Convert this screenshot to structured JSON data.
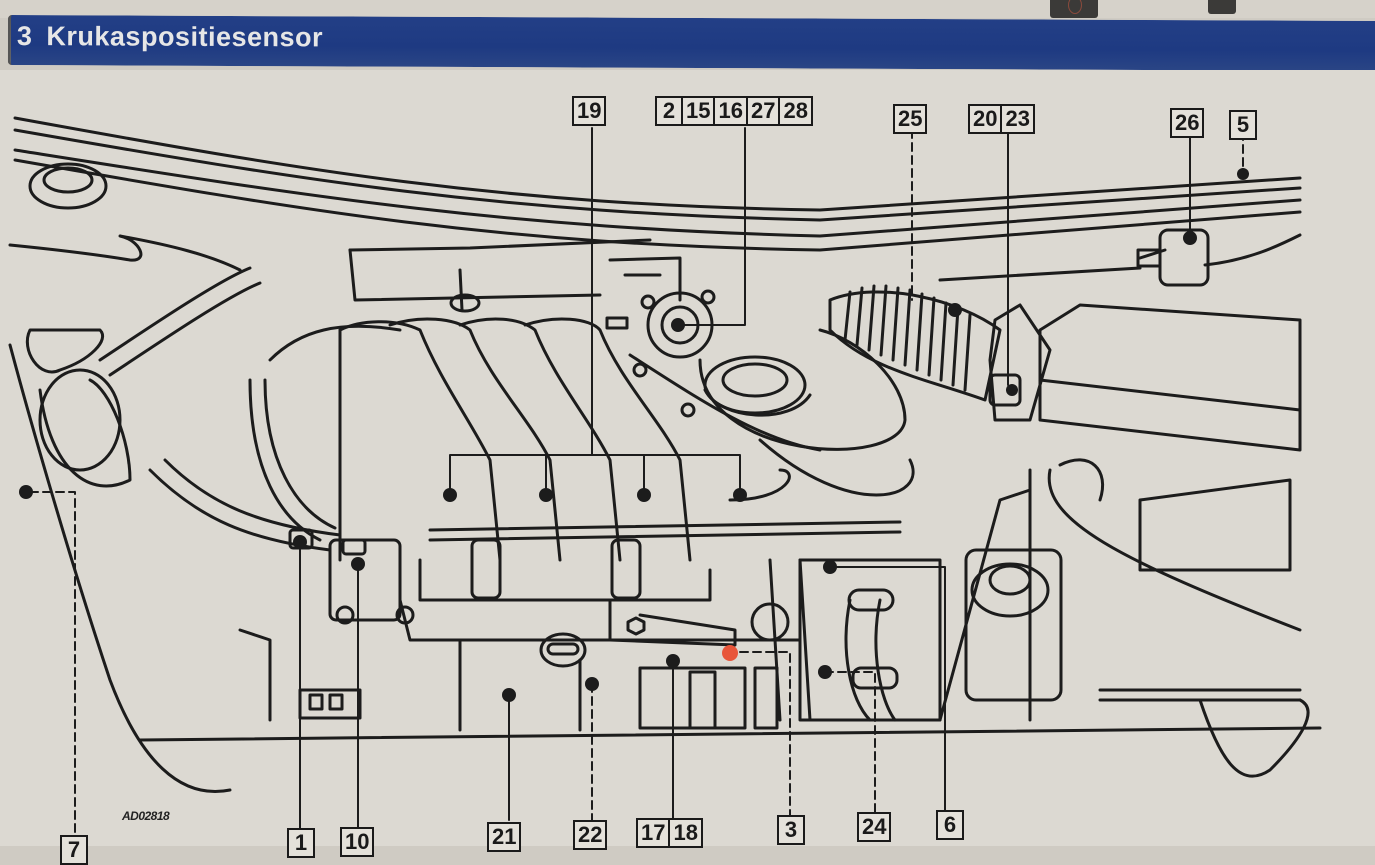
{
  "window": {
    "top_buttons": [
      {
        "icon": "power-icon"
      },
      {
        "icon": "menu-icon"
      }
    ]
  },
  "header": {
    "number": "3",
    "title": "Krukaspositiesensor"
  },
  "diagram": {
    "reference_code": "AD02818",
    "highlight_color": "#e8553a",
    "highlighted_component": "3",
    "top_callouts": [
      {
        "labels": [
          "19"
        ]
      },
      {
        "labels": [
          "2",
          "15",
          "16",
          "27",
          "28"
        ]
      },
      {
        "labels": [
          "25"
        ]
      },
      {
        "labels": [
          "20",
          "23"
        ]
      },
      {
        "labels": [
          "26"
        ]
      },
      {
        "labels": [
          "5"
        ]
      }
    ],
    "bottom_callouts": [
      {
        "labels": [
          "7"
        ]
      },
      {
        "labels": [
          "1"
        ]
      },
      {
        "labels": [
          "10"
        ]
      },
      {
        "labels": [
          "21"
        ]
      },
      {
        "labels": [
          "22"
        ]
      },
      {
        "labels": [
          "17",
          "18"
        ]
      },
      {
        "labels": [
          "3"
        ]
      },
      {
        "labels": [
          "24"
        ]
      },
      {
        "labels": [
          "6"
        ]
      }
    ]
  }
}
